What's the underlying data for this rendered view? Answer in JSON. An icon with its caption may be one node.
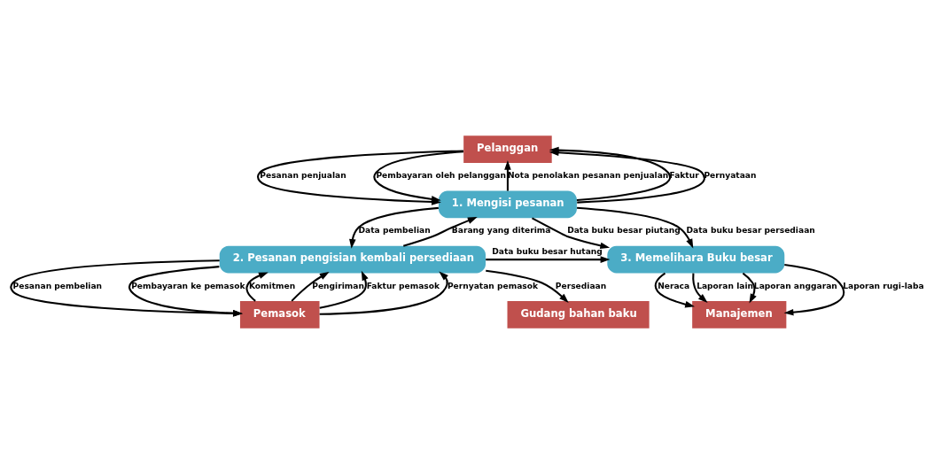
{
  "diagram": {
    "nodes": [
      {
        "text": [
          "Pelanggan"
        ]
      },
      {
        "text": [
          "1. Mengisi pesanan"
        ]
      },
      {
        "text": [
          "3. Memelihara Buku besar"
        ]
      },
      {
        "text": [
          "2. Pesanan pengisian kembali persediaan"
        ]
      },
      {
        "text": [
          "Pemasok"
        ]
      },
      {
        "text": [
          "Manajemen"
        ]
      },
      {
        "text": [
          "Gudang bahan baku"
        ]
      }
    ],
    "edges": [
      {
        "from": 0,
        "to": 1,
        "arrow": "to",
        "label": "Pesanan penjualan"
      },
      {
        "from": 1,
        "to": 0,
        "arrow": "to",
        "label": "Nota penolakan pesanan penjualan"
      },
      {
        "from": 1,
        "to": 0,
        "arrow": "to",
        "label": "Faktur"
      },
      {
        "from": 1,
        "to": 0,
        "arrow": "to",
        "label": "Pernyataan"
      },
      {
        "from": 0,
        "to": 1,
        "arrow": "to",
        "label": "Pembayaran oleh pelanggan"
      },
      {
        "from": 1,
        "to": 2,
        "arrow": "to",
        "label": "Data buku besar piutang"
      },
      {
        "from": 1,
        "to": 2,
        "arrow": "to",
        "label": "Data buku besar persediaan"
      },
      {
        "from": 3,
        "to": 1,
        "arrow": "to",
        "label": "Barang yang diterima"
      },
      {
        "from": 1,
        "to": 3,
        "arrow": "to",
        "label": "Data pembelian"
      },
      {
        "from": 4,
        "to": 3,
        "arrow": "to",
        "label": "Komitmen"
      },
      {
        "from": 3,
        "to": 2,
        "arrow": "to",
        "label": "Data buku besar hutang"
      },
      {
        "from": 3,
        "to": 4,
        "arrow": "to",
        "label": "Pesanan pembelian"
      },
      {
        "from": 4,
        "to": 3,
        "arrow": "to",
        "label": "Pengiriman"
      },
      {
        "from": 4,
        "to": 3,
        "arrow": "to",
        "label": "Faktur pemasok"
      },
      {
        "from": 2,
        "to": 5,
        "arrow": "to",
        "label": "Laporan lain"
      },
      {
        "from": 2,
        "to": 5,
        "arrow": "to",
        "label": "Laporan anggaran"
      },
      {
        "from": 2,
        "to": 5,
        "arrow": "to",
        "label": "Laporan rugi-laba"
      },
      {
        "from": 2,
        "to": 5,
        "arrow": "to",
        "label": "Neraca"
      },
      {
        "from": 4,
        "to": 3,
        "arrow": "to",
        "label": "Pernyatan pemasok"
      },
      {
        "from": 3,
        "to": 4,
        "arrow": "to",
        "label": "Pembayaran ke pemasok"
      },
      {
        "from": 3,
        "to": 6,
        "arrow": "to",
        "label": "Persediaan"
      }
    ]
  }
}
